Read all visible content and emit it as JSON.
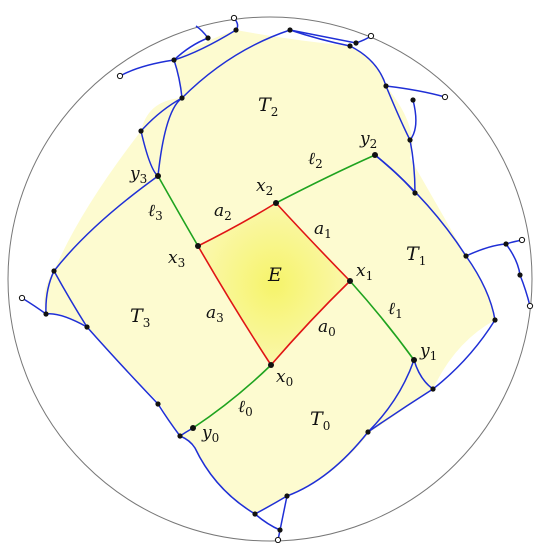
{
  "diagram": {
    "colors": {
      "boundary_circle": "#777777",
      "blue_edges": "#1f2fd6",
      "green_edges": "#1fa31f",
      "red_edges": "#e01515",
      "region_fill": "#fdfbd0",
      "center_fill_inner": "#f6f46a",
      "vertex": "#111111"
    },
    "labels": {
      "E": "E",
      "T0": {
        "base": "T",
        "sub": "0"
      },
      "T1": {
        "base": "T",
        "sub": "1"
      },
      "T2": {
        "base": "T",
        "sub": "2"
      },
      "T3": {
        "base": "T",
        "sub": "3"
      },
      "x0": {
        "base": "x",
        "sub": "0"
      },
      "x1": {
        "base": "x",
        "sub": "1"
      },
      "x2": {
        "base": "x",
        "sub": "2"
      },
      "x3": {
        "base": "x",
        "sub": "3"
      },
      "y0": {
        "base": "y",
        "sub": "0"
      },
      "y1": {
        "base": "y",
        "sub": "1"
      },
      "y2": {
        "base": "y",
        "sub": "2"
      },
      "y3": {
        "base": "y",
        "sub": "3"
      },
      "a0": {
        "base": "a",
        "sub": "0"
      },
      "a1": {
        "base": "a",
        "sub": "1"
      },
      "a2": {
        "base": "a",
        "sub": "2"
      },
      "a3": {
        "base": "a",
        "sub": "3"
      },
      "l0": {
        "base": "ℓ",
        "sub": "0"
      },
      "l1": {
        "base": "ℓ",
        "sub": "1"
      },
      "l2": {
        "base": "ℓ",
        "sub": "2"
      },
      "l3": {
        "base": "ℓ",
        "sub": "3"
      }
    }
  }
}
